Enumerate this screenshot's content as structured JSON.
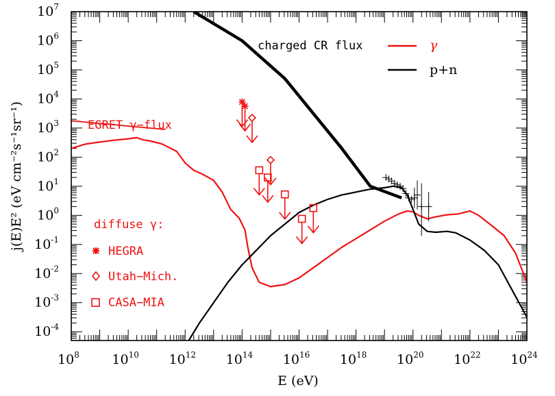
{
  "chart_data": {
    "type": "line",
    "xscale": "log",
    "yscale": "log",
    "xlim": [
      100000000.0,
      1e+24
    ],
    "ylim": [
      5e-05,
      10000000.0
    ],
    "xlabel": "E (eV)",
    "ylabel": "j(E)E² (eV cm⁻²s⁻¹sr⁻¹)",
    "x_ticks": [
      "8",
      "10",
      "12",
      "14",
      "16",
      "18",
      "20",
      "22",
      "24"
    ],
    "y_ticks": [
      "-4",
      "-3",
      "-2",
      "-1",
      "0",
      "1",
      "2",
      "3",
      "4",
      "5",
      "6",
      "7"
    ],
    "x_tick_base": "10",
    "y_tick_base": "10",
    "legend": {
      "placement": "top-right",
      "entries": [
        {
          "label": "γ",
          "color": "#ee1111"
        },
        {
          "label": "p+n",
          "color": "#000000"
        }
      ]
    },
    "annotations": {
      "charged_cr": "charged CR flux",
      "egret": "EGRET γ−flux",
      "diffuse_title": "diffuse γ:",
      "markers": [
        {
          "label": "HEGRA",
          "symbol": "star"
        },
        {
          "label": "Utah−Mich.",
          "symbol": "diamond"
        },
        {
          "label": "CASA−MIA",
          "symbol": "square"
        }
      ]
    },
    "series": [
      {
        "name": "charged CR flux",
        "color": "#000000",
        "points": [
          [
            12.3,
            7.0
          ],
          [
            14.0,
            6.0
          ],
          [
            15.5,
            4.7
          ],
          [
            17.5,
            2.3
          ],
          [
            18.5,
            1.0
          ],
          [
            19.6,
            0.6
          ]
        ]
      },
      {
        "name": "γ",
        "color": "#ee1111",
        "points": [
          [
            8,
            2.3
          ],
          [
            8.5,
            2.45
          ],
          [
            9,
            2.52
          ],
          [
            9.5,
            2.58
          ],
          [
            10,
            2.63
          ],
          [
            10.3,
            2.67
          ],
          [
            10.5,
            2.6
          ],
          [
            10.8,
            2.55
          ],
          [
            11.2,
            2.45
          ],
          [
            11.7,
            2.2
          ],
          [
            12,
            1.8
          ],
          [
            12.3,
            1.55
          ],
          [
            12.6,
            1.42
          ],
          [
            13.0,
            1.2
          ],
          [
            13.3,
            0.8
          ],
          [
            13.6,
            0.2
          ],
          [
            13.9,
            -0.1
          ],
          [
            14.1,
            -0.5
          ],
          [
            14.2,
            -1.1
          ],
          [
            14.35,
            -1.8
          ],
          [
            14.6,
            -2.3
          ],
          [
            15.0,
            -2.45
          ],
          [
            15.5,
            -2.38
          ],
          [
            16.0,
            -2.15
          ],
          [
            16.5,
            -1.8
          ],
          [
            17.0,
            -1.45
          ],
          [
            17.5,
            -1.1
          ],
          [
            18.0,
            -0.8
          ],
          [
            18.5,
            -0.5
          ],
          [
            19.0,
            -0.2
          ],
          [
            19.5,
            0.05
          ],
          [
            19.8,
            0.15
          ],
          [
            20.0,
            0.12
          ],
          [
            20.2,
            0.0
          ],
          [
            20.5,
            -0.12
          ],
          [
            20.8,
            -0.05
          ],
          [
            21.2,
            0.02
          ],
          [
            21.6,
            0.05
          ],
          [
            22.0,
            0.15
          ],
          [
            22.3,
            0.0
          ],
          [
            22.7,
            -0.3
          ],
          [
            23.2,
            -0.7
          ],
          [
            23.6,
            -1.3
          ],
          [
            24.0,
            -2.3
          ]
        ]
      },
      {
        "name": "p+n",
        "color": "#000000",
        "points": [
          [
            12.0,
            -4.5
          ],
          [
            12.5,
            -3.7
          ],
          [
            13.0,
            -3.0
          ],
          [
            13.5,
            -2.3
          ],
          [
            14.0,
            -1.7
          ],
          [
            14.5,
            -1.2
          ],
          [
            15.0,
            -0.7
          ],
          [
            15.5,
            -0.3
          ],
          [
            16.0,
            0.1
          ],
          [
            16.5,
            0.35
          ],
          [
            17.0,
            0.55
          ],
          [
            17.5,
            0.7
          ],
          [
            18.0,
            0.8
          ],
          [
            18.5,
            0.9
          ],
          [
            19.0,
            0.95
          ],
          [
            19.3,
            1.0
          ],
          [
            19.6,
            0.95
          ],
          [
            19.8,
            0.7
          ],
          [
            20.0,
            0.2
          ],
          [
            20.2,
            -0.3
          ],
          [
            20.5,
            -0.55
          ],
          [
            20.8,
            -0.58
          ],
          [
            21.2,
            -0.55
          ],
          [
            21.5,
            -0.6
          ],
          [
            22.0,
            -0.85
          ],
          [
            22.5,
            -1.2
          ],
          [
            23.0,
            -1.7
          ],
          [
            23.5,
            -2.6
          ],
          [
            24.0,
            -3.5
          ]
        ]
      },
      {
        "name": "EGRET γ−flux",
        "color": "#ee1111",
        "points": [
          [
            8,
            3.25
          ],
          [
            11.3,
            2.95
          ]
        ]
      }
    ],
    "cr_data_points": [
      [
        19.05,
        1.3
      ],
      [
        19.15,
        1.25
      ],
      [
        19.25,
        1.18
      ],
      [
        19.35,
        1.1
      ],
      [
        19.45,
        1.05
      ],
      [
        19.55,
        1.0
      ],
      [
        19.65,
        0.92
      ],
      [
        19.75,
        0.75
      ],
      [
        19.85,
        0.6
      ],
      [
        19.95,
        0.55
      ],
      [
        20.05,
        0.6
      ],
      [
        20.15,
        0.7
      ],
      [
        20.3,
        0.3
      ],
      [
        20.55,
        0.3
      ]
    ],
    "cr_error_bars": [
      [
        20.05,
        0.6,
        0.35
      ],
      [
        20.15,
        0.7,
        0.5
      ],
      [
        20.3,
        0.2,
        0.9
      ],
      [
        20.55,
        0.3,
        0.5
      ]
    ],
    "upper_limits": [
      {
        "symbol": "star",
        "x": 14.0,
        "y": 3.9
      },
      {
        "symbol": "star",
        "x": 14.1,
        "y": 3.75
      },
      {
        "symbol": "diamond",
        "x": 14.35,
        "y": 3.35
      },
      {
        "symbol": "diamond",
        "x": 15.0,
        "y": 1.9
      },
      {
        "symbol": "square",
        "x": 14.6,
        "y": 1.55
      },
      {
        "symbol": "square",
        "x": 14.9,
        "y": 1.3
      },
      {
        "symbol": "square",
        "x": 15.5,
        "y": 0.72
      },
      {
        "symbol": "square",
        "x": 16.1,
        "y": -0.12
      },
      {
        "symbol": "square",
        "x": 16.5,
        "y": 0.25
      }
    ]
  }
}
